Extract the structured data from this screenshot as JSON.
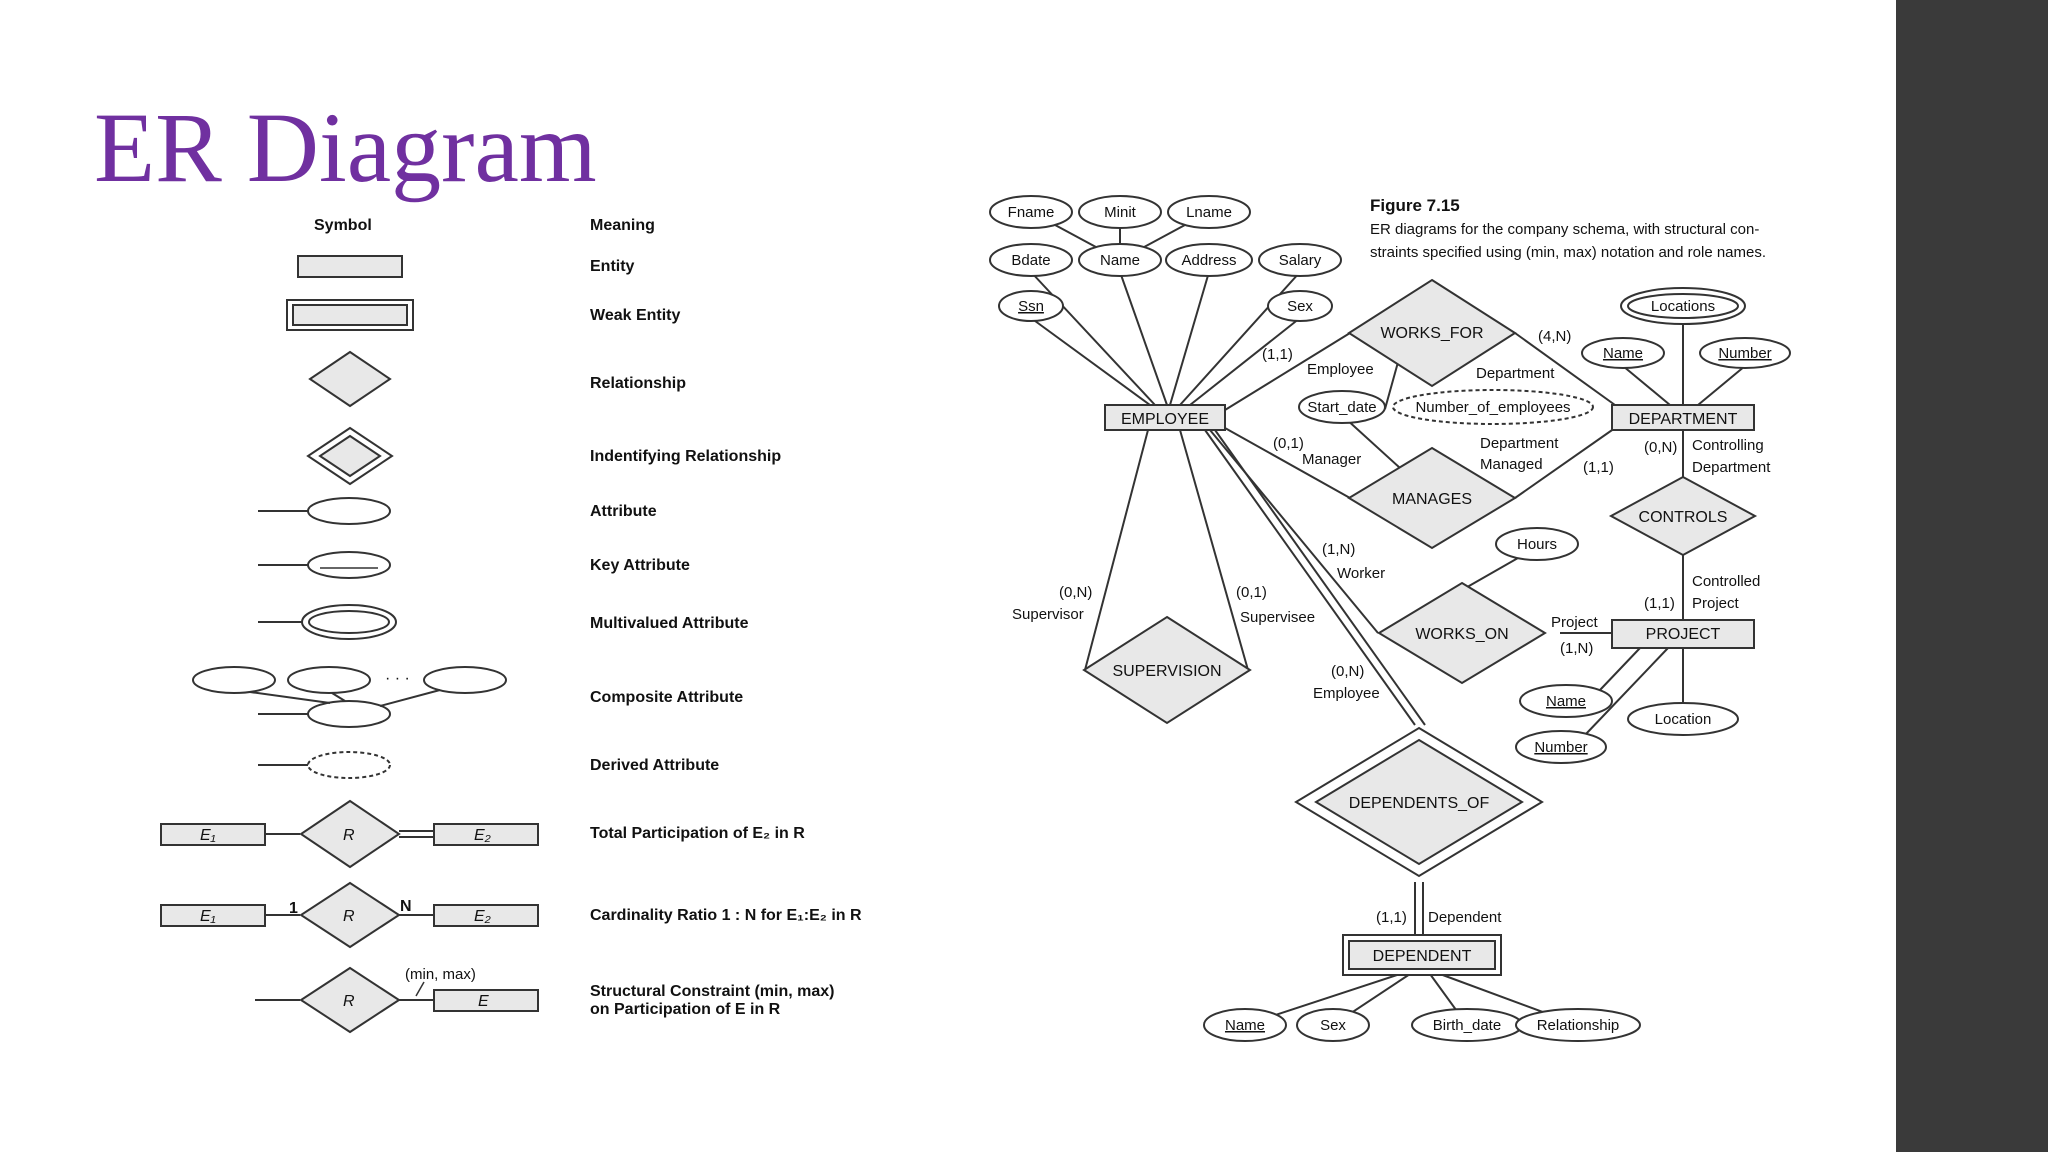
{
  "title": "ER Diagram",
  "legend": {
    "symbol_header": "Symbol",
    "meaning_header": "Meaning",
    "rows": [
      {
        "meaning": "Entity"
      },
      {
        "meaning": "Weak Entity"
      },
      {
        "meaning": "Relationship"
      },
      {
        "meaning": "Indentifying Relationship"
      },
      {
        "meaning": "Attribute"
      },
      {
        "meaning": "Key Attribute"
      },
      {
        "meaning": "Multivalued Attribute"
      },
      {
        "meaning": "Composite Attribute"
      },
      {
        "meaning": "Derived Attribute"
      },
      {
        "meaning": "Total Participation of E₂ in R"
      },
      {
        "meaning": "Cardinality Ratio 1 : N for E₁:E₂ in R"
      },
      {
        "meaning": "Structural Constraint (min, max)",
        "meaning2": "on Participation of E in R"
      }
    ],
    "symbol_labels": {
      "e1": "E₁",
      "e2": "E₂",
      "r": "R",
      "e": "E",
      "one": "1",
      "n": "N",
      "minmax": "(min, max)",
      "dots": "· · ·"
    }
  },
  "figure": {
    "caption_title": "Figure 7.15",
    "caption_line1": "ER diagrams for the company schema, with structural con-",
    "caption_line2": "straints specified using (min, max) notation and role names.",
    "entities": {
      "employee": "EMPLOYEE",
      "department": "DEPARTMENT",
      "project": "PROJECT",
      "dependent": "DEPENDENT"
    },
    "relationships": {
      "works_for": "WORKS_FOR",
      "manages": "MANAGES",
      "works_on": "WORKS_ON",
      "controls": "CONTROLS",
      "supervision": "SUPERVISION",
      "dependents_of": "DEPENDENTS_OF"
    },
    "attributes": {
      "fname": "Fname",
      "minit": "Minit",
      "lname": "Lname",
      "bdate": "Bdate",
      "name": "Name",
      "address": "Address",
      "salary": "Salary",
      "ssn": "Ssn",
      "sex": "Sex",
      "locations": "Locations",
      "dept_name": "Name",
      "dept_number": "Number",
      "start_date": "Start_date",
      "number_of_employees": "Number_of_employees",
      "hours": "Hours",
      "proj_name": "Name",
      "proj_number": "Number",
      "location": "Location",
      "dep_name": "Name",
      "dep_sex": "Sex",
      "birth_date": "Birth_date",
      "relationship": "Relationship"
    },
    "constraints": {
      "c11_emp": "(1,1)",
      "employee_role": "Employee",
      "c4n": "(4,N)",
      "department_role": "Department",
      "c01_mgr": "(0,1)",
      "manager_role": "Manager",
      "dept_managed_1": "Department",
      "dept_managed_2": "Managed",
      "c11_dm": "(1,1)",
      "c0n_ctrl": "(0,N)",
      "controlling_1": "Controlling",
      "controlling_2": "Department",
      "controlled_1": "Controlled",
      "controlled_2": "Project",
      "c11_proj": "(1,1)",
      "c1n_worker": "(1,N)",
      "worker_role": "Worker",
      "project_role": "Project",
      "c1n_proj": "(1,N)",
      "c0n_sup": "(0,N)",
      "supervisor_role": "Supervisor",
      "c01_sup": "(0,1)",
      "supervisee_role": "Supervisee",
      "c0n_emp": "(0,N)",
      "employee_role2": "Employee",
      "c11_dep": "(1,1)",
      "dependent_role": "Dependent"
    }
  }
}
